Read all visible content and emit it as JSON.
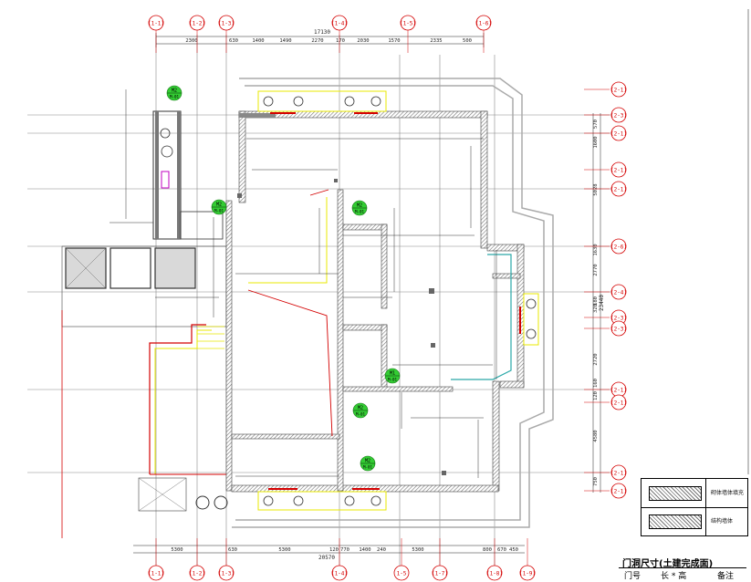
{
  "top_axes": [
    "(1-1)",
    "(1-2)",
    "(1-3)",
    "(1-4)",
    "(1-5)",
    "(1-6)"
  ],
  "bottom_axes": [
    "(1-1)",
    "(1-2)",
    "(1-3)",
    "(1-4)",
    "1-5",
    "(1-7)",
    "(1-8)",
    "(1-9)"
  ],
  "right_axes": [
    "(2-1)",
    "(2-3)",
    "(2-1)",
    "(2-1)",
    "(2-1)",
    "(2-6)",
    "(2-4)",
    "(2-3)",
    "(2-3)",
    "(2-1)",
    "(2-1)",
    "(2-1)",
    "(2-1)"
  ],
  "top_overall_dim": "17130",
  "top_dims": [
    "2300",
    "630",
    "1400",
    "1490",
    "2270",
    "170",
    "2030",
    "1570",
    "2335",
    "500"
  ],
  "bottom_overall_dim": "20570",
  "bottom_dims": [
    "5300",
    "630",
    "5300",
    "120",
    "770",
    "1400",
    "240",
    "5300",
    "800",
    "670",
    "450"
  ],
  "right_overall_dim": "23440",
  "right_dims": [
    "570",
    "1600",
    "5028",
    "1630",
    "2770",
    "180",
    "320",
    "2720",
    "160",
    "120",
    "4580",
    "750"
  ],
  "plan_tags": [
    {
      "code": "M2",
      "sheet": "M-01"
    },
    {
      "code": "M2",
      "sheet": "M-01"
    },
    {
      "code": "M2",
      "sheet": "M-01"
    },
    {
      "code": "M1",
      "sheet": "M-01"
    },
    {
      "code": "M2",
      "sheet": "M-01"
    },
    {
      "code": "M2",
      "sheet": "M-01"
    }
  ],
  "legend": {
    "rows": [
      {
        "label": "砌体墙体填充"
      },
      {
        "label": "结构墙体"
      }
    ]
  },
  "door_table": {
    "title": "门洞尺寸(土建完成面)",
    "col_number": "门号",
    "col_size": "长 * 高",
    "col_note": "备注"
  },
  "colors": {
    "wall": "#6e6e6e",
    "axis_red": "#d40000",
    "tag_green": "#33cc33",
    "yellow": "#e8e800",
    "magenta": "#c000c0",
    "grid": "#888888"
  }
}
